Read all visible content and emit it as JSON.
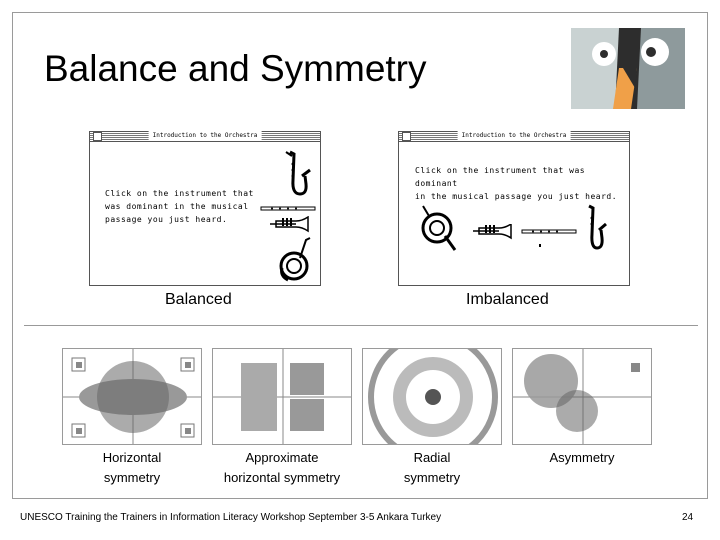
{
  "slide": {
    "title": "Balance and Symmetry",
    "footer": "UNESCO Training the Trainers in Information Literacy Workshop September 3-5 Ankara Turkey",
    "page_number": "24"
  },
  "examples": [
    {
      "window_title": "Introduction to the Orchestra",
      "prompt_lines": [
        "Click on the instrument that",
        "was dominant in the musical",
        "passage you just heard."
      ],
      "caption": "Balanced"
    },
    {
      "window_title": "Introduction to the Orchestra",
      "prompt_lines": [
        "Click on the instrument that was dominant",
        "in the musical passage you just heard."
      ],
      "caption": "Imbalanced"
    }
  ],
  "symmetry_panels": [
    {
      "label_lines": [
        "Horizontal",
        "symmetry"
      ]
    },
    {
      "label_lines": [
        "Approximate",
        "horizontal symmetry"
      ]
    },
    {
      "label_lines": [
        "Radial",
        "symmetry"
      ]
    },
    {
      "label_lines": [
        "Asymmetry"
      ]
    }
  ],
  "icons": [
    "saxophone-icon",
    "flute-icon",
    "trumpet-icon",
    "french-horn-icon",
    "owl-logo-icon"
  ]
}
